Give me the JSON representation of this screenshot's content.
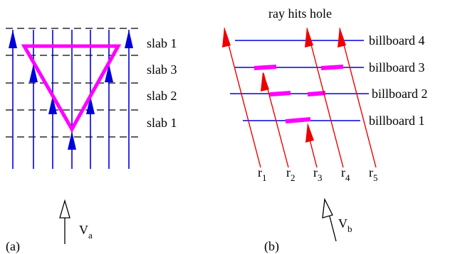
{
  "panel_a": {
    "slab_labels": [
      "slab 1",
      "slab 3",
      "slab 2",
      "slab 1"
    ],
    "caption": "(a)",
    "view_label": "V",
    "view_subscript": "a"
  },
  "panel_b": {
    "title": "ray hits hole",
    "billboard_labels": [
      "billboard 4",
      "billboard 3",
      "billboard 2",
      "billboard 1"
    ],
    "ray_labels": [
      {
        "main": "r",
        "sub": "1"
      },
      {
        "main": "r",
        "sub": "2"
      },
      {
        "main": "r",
        "sub": "3"
      },
      {
        "main": "r",
        "sub": "4"
      },
      {
        "main": "r",
        "sub": "5"
      }
    ],
    "caption": "(b)",
    "view_label": "V",
    "view_subscript": "b"
  },
  "colors": {
    "blue": "#0000dd",
    "red": "#ee0000",
    "magenta": "#ff00ff",
    "black": "#000000"
  }
}
